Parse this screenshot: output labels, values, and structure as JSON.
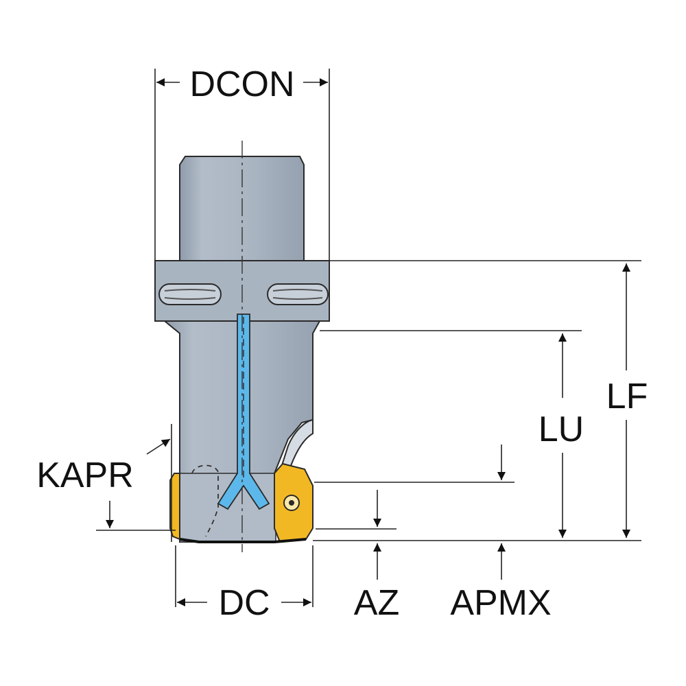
{
  "colors": {
    "body_fill": "#aab5c2",
    "body_shade": "#8e9aa8",
    "coolant_channel": "#5cb8ea",
    "insert_fill": "#f2b824",
    "outline": "#2a2a2a",
    "dimension_line": "#222222"
  },
  "labels": {
    "dcon": "DCON",
    "dc": "DC",
    "lf": "LF",
    "lu": "LU",
    "kapr": "KAPR",
    "az": "AZ",
    "apmx": "APMX"
  },
  "icons": {
    "arrowhead": "filled-triangle-arrow",
    "insert_screw": "torx-screw-icon"
  }
}
